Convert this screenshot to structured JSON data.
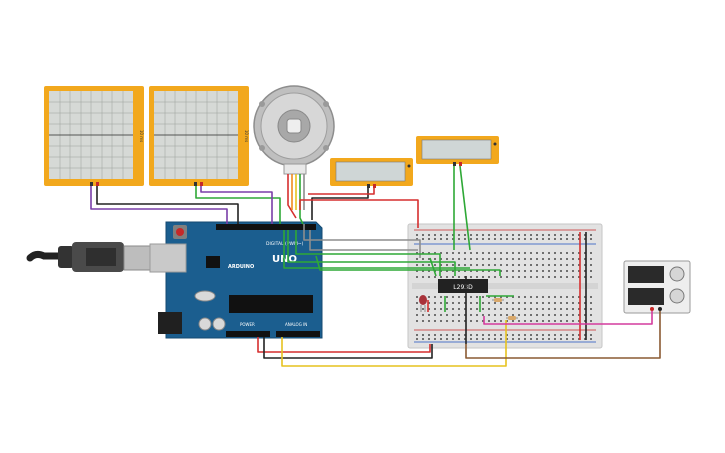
{
  "oscilloscopes": [
    {
      "id": "scope-1",
      "side_label": "10 ms",
      "colors": {
        "frame": "#f2a81d",
        "screen": "#d6d9d6"
      }
    },
    {
      "id": "scope-2",
      "side_label": "10 ms",
      "colors": {
        "frame": "#f2a81d",
        "screen": "#d6d9d6"
      }
    }
  ],
  "arduino": {
    "brand_label": "ARDUINO",
    "model_label": "UNO",
    "digital_label": "DIGITAL (PWM~)",
    "power_label": "POWER",
    "analog_label": "ANALOG IN",
    "board_color": "#1b5e8f"
  },
  "driver_chip": {
    "label": "L293D"
  },
  "multimeters": [
    {
      "id": "meter-1"
    },
    {
      "id": "meter-2"
    }
  ],
  "motor": {
    "icon": "stepper-motor-icon"
  },
  "power_supply": {
    "icon": "dc-power-supply-icon"
  },
  "wire_colors": {
    "red": "#d62f2f",
    "black": "#222222",
    "green": "#2ea836",
    "yellow": "#e6c21f",
    "purple": "#7a3ea8",
    "brown": "#8a5a32",
    "gray": "#8e8e8e",
    "orange": "#f08a1c",
    "pink": "#d43b9d"
  }
}
